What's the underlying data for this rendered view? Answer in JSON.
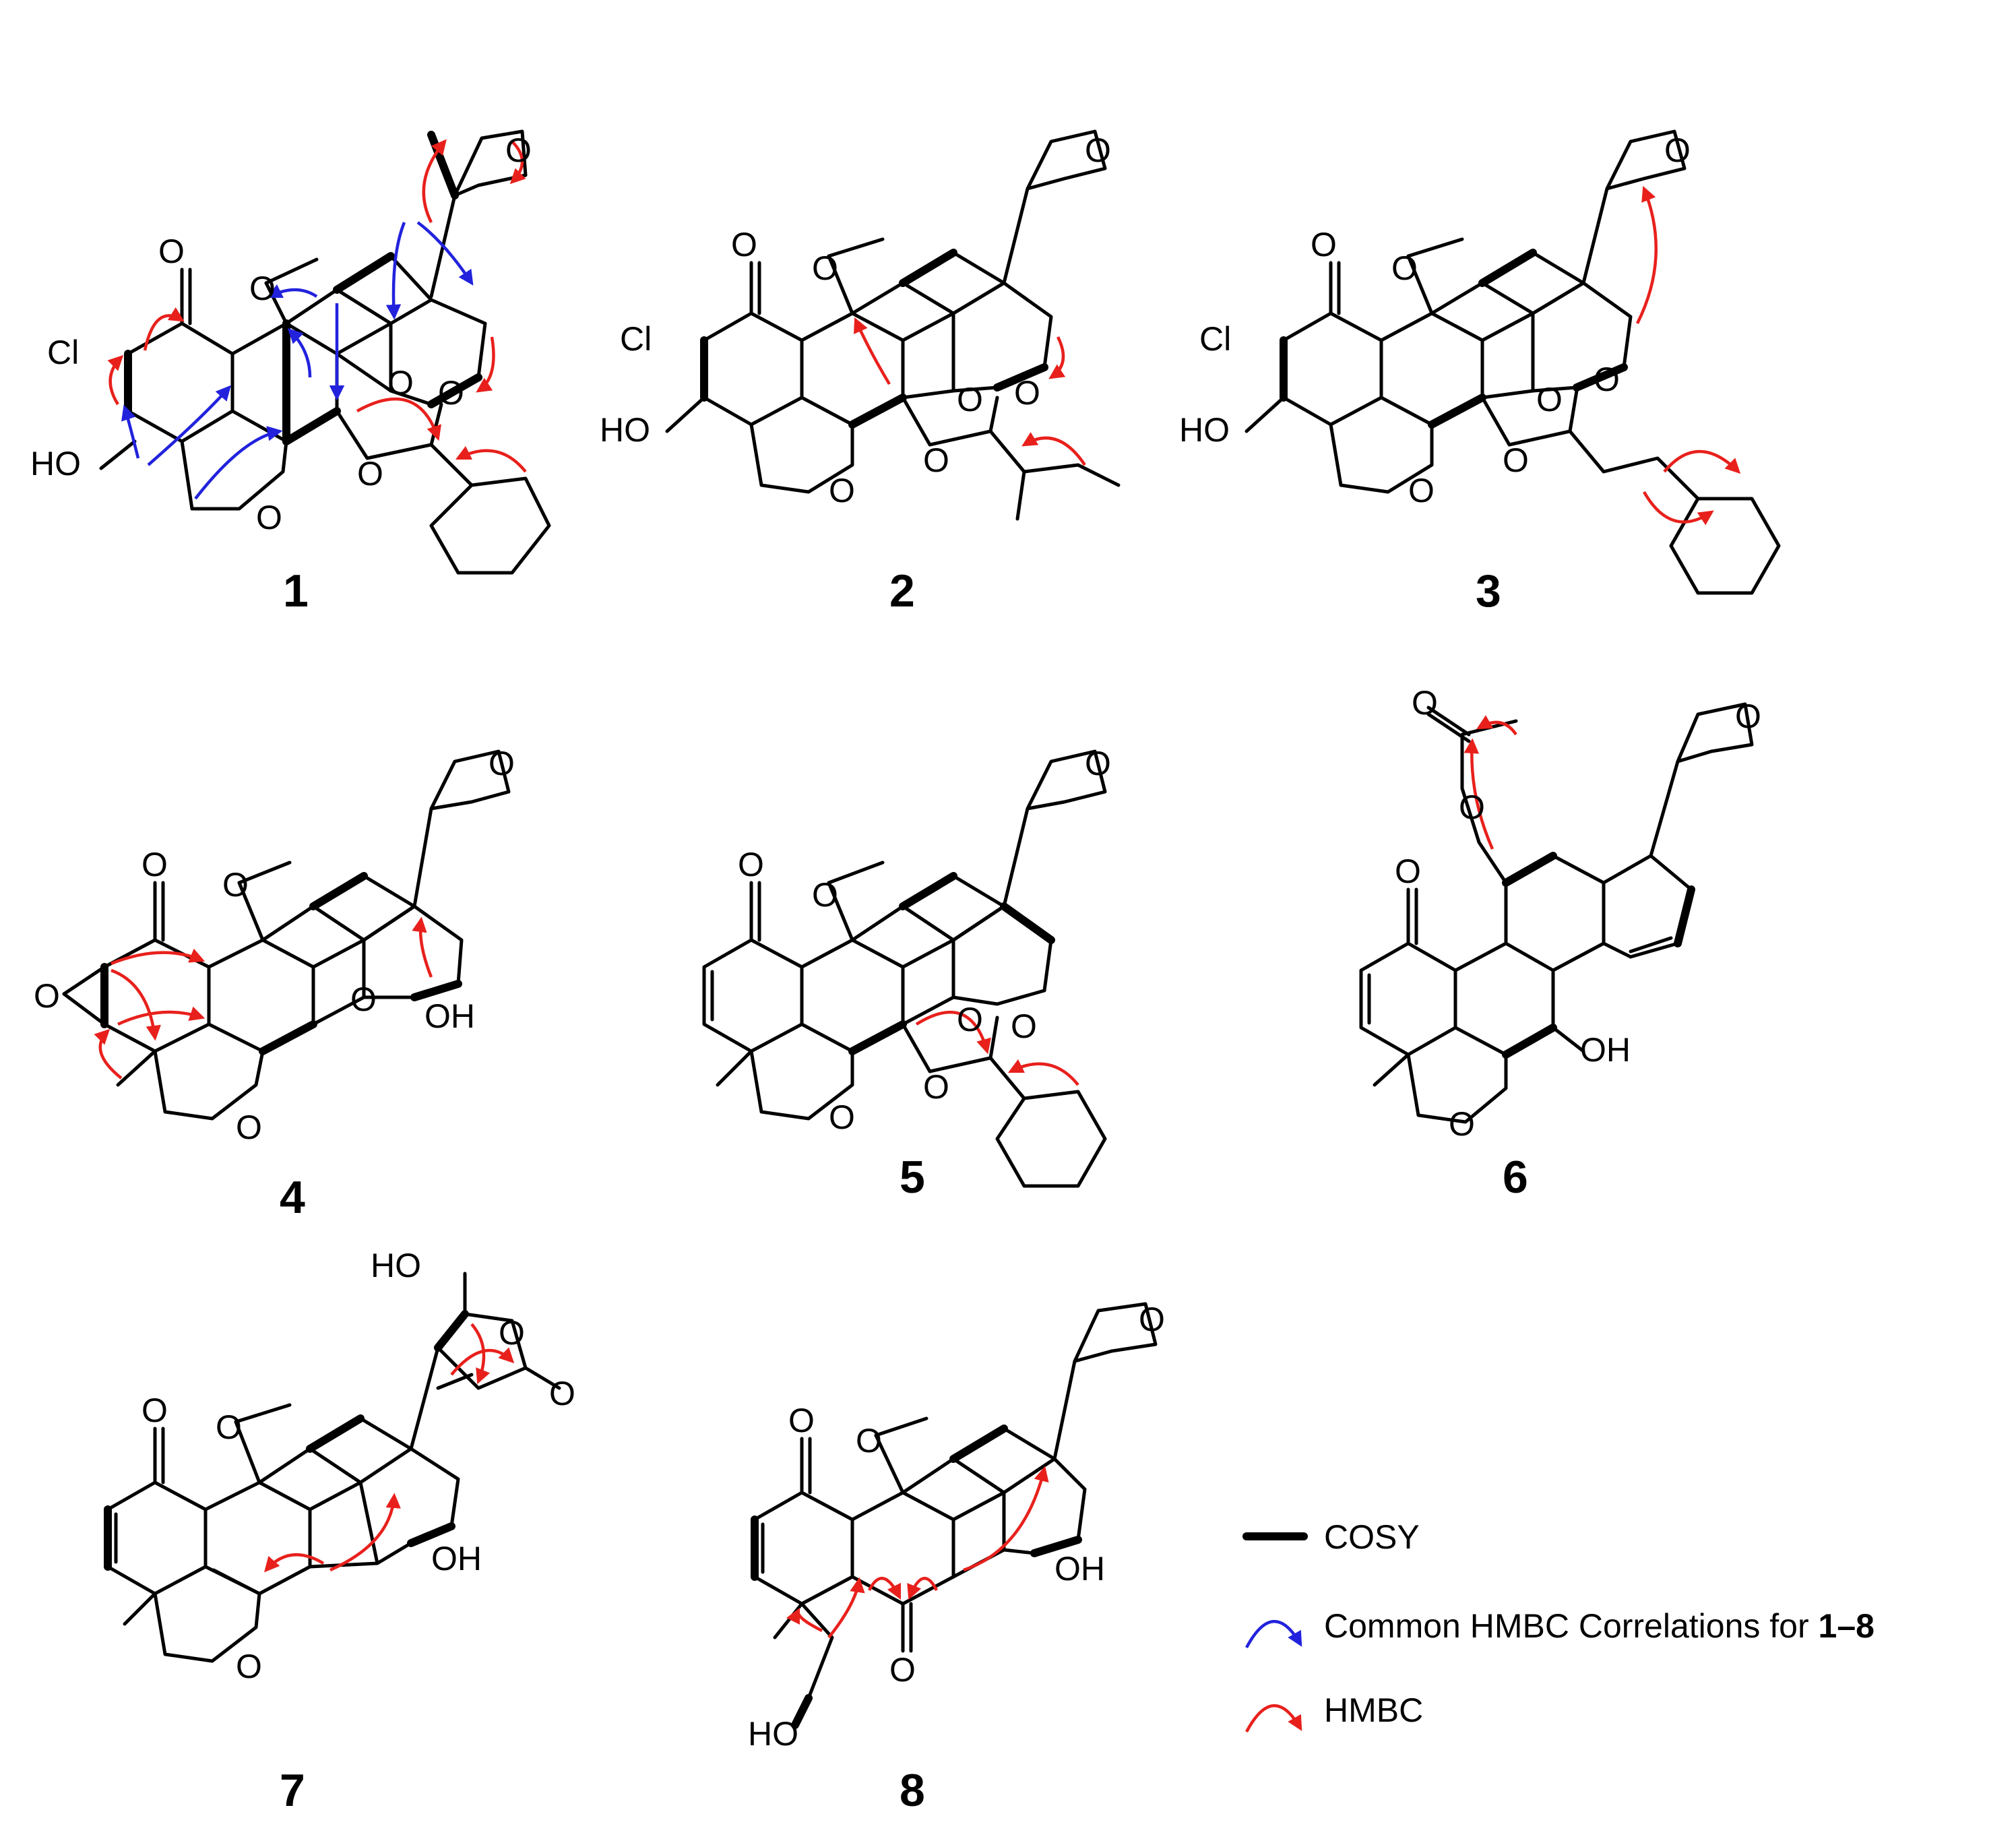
{
  "compounds": [
    {
      "id": "1"
    },
    {
      "id": "2"
    },
    {
      "id": "3"
    },
    {
      "id": "4"
    },
    {
      "id": "5"
    },
    {
      "id": "6"
    },
    {
      "id": "7"
    },
    {
      "id": "8"
    }
  ],
  "atoms": {
    "O": "O",
    "Cl": "Cl",
    "HO": "HO",
    "OH": "OH"
  },
  "legend": {
    "cosy": "COSY",
    "common_hmbc_prefix": "Common HMBC Correlations for ",
    "common_hmbc_range": "1–8",
    "hmbc": "HMBC"
  },
  "colors": {
    "hmbc": "#e8201c",
    "common_hmbc": "#2222dd",
    "bond": "#000000"
  }
}
